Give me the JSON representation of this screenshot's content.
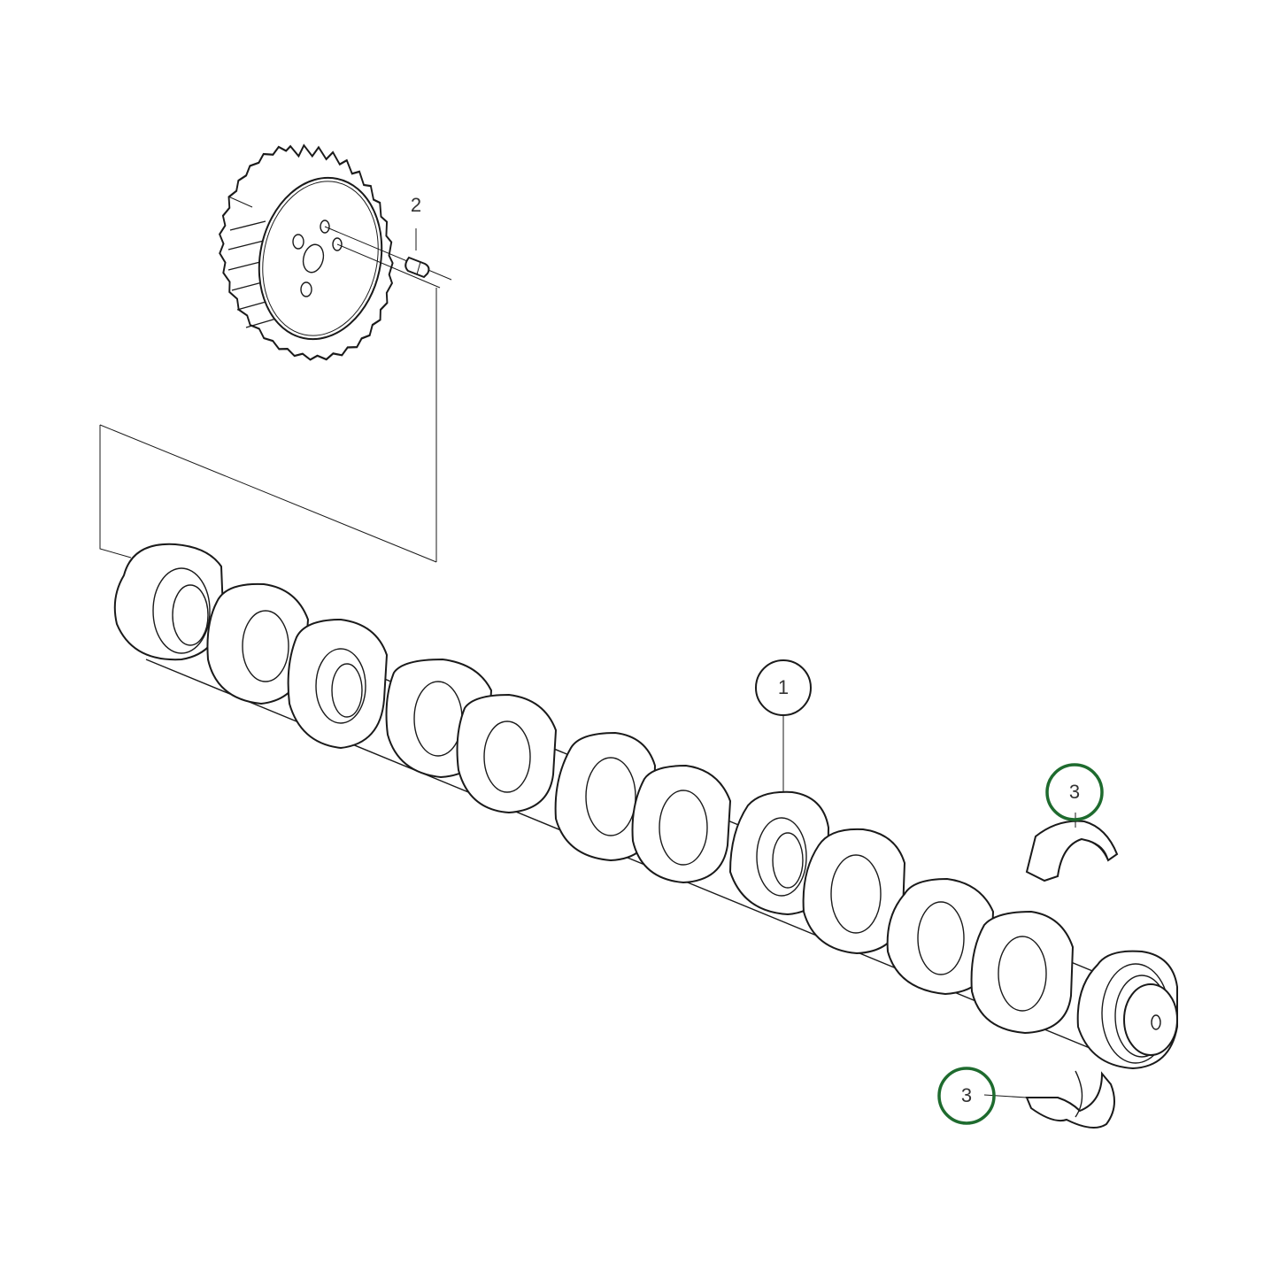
{
  "diagram": {
    "type": "exploded parts diagram",
    "subject": "Camshaft assembly",
    "colors": {
      "line": "#1a1a1a",
      "label_text": "#333333",
      "highlight": "#1e6b2e",
      "background": "#ffffff"
    },
    "parts": [
      {
        "id": "1",
        "label": "1",
        "name": "Camshaft",
        "callout_style": "circle"
      },
      {
        "id": "2",
        "label": "2",
        "name": "Dowel pin",
        "callout_style": "plain"
      },
      {
        "id": "3a",
        "label": "3",
        "name": "Bearing shell (upper)",
        "callout_style": "highlighted-circle"
      },
      {
        "id": "3b",
        "label": "3",
        "name": "Bearing shell (lower)",
        "callout_style": "highlighted-circle"
      }
    ],
    "unlabeled_parts": [
      {
        "name": "Camshaft gear"
      }
    ]
  }
}
